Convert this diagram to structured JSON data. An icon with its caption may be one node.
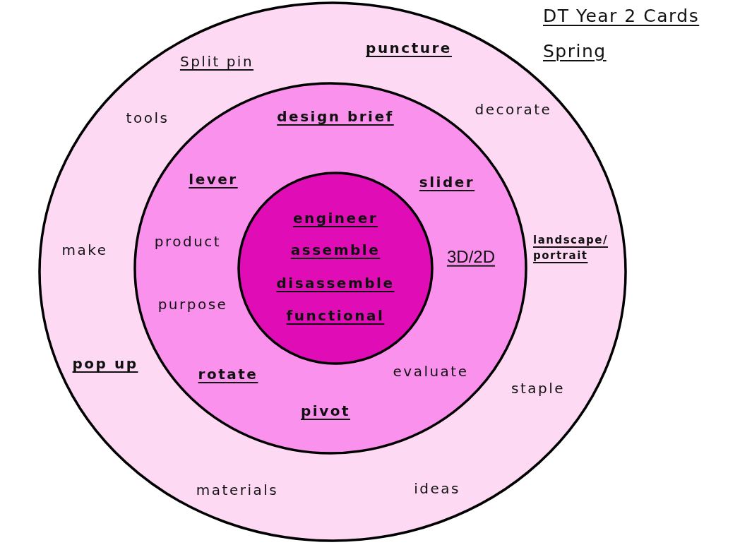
{
  "diagram": {
    "title": "DT Year 2 Cards",
    "nodes": [
      {
        "text": [
          "Split pin",
          "puncture",
          "tools",
          "decorate",
          "make",
          "landscape/ portrait",
          "pop up",
          "staple",
          "materials",
          "ideas"
        ]
      },
      {
        "text": [
          "design brief",
          "lever",
          "slider",
          "product",
          "3D/2D",
          "purpose",
          "rotate",
          "evaluate",
          "pivot"
        ],
        "in": 0
      },
      {
        "text": [
          "engineer",
          "assemble",
          "disassemble",
          "functional"
        ],
        "in": 1
      }
    ],
    "labels": [
      "Spring"
    ]
  }
}
